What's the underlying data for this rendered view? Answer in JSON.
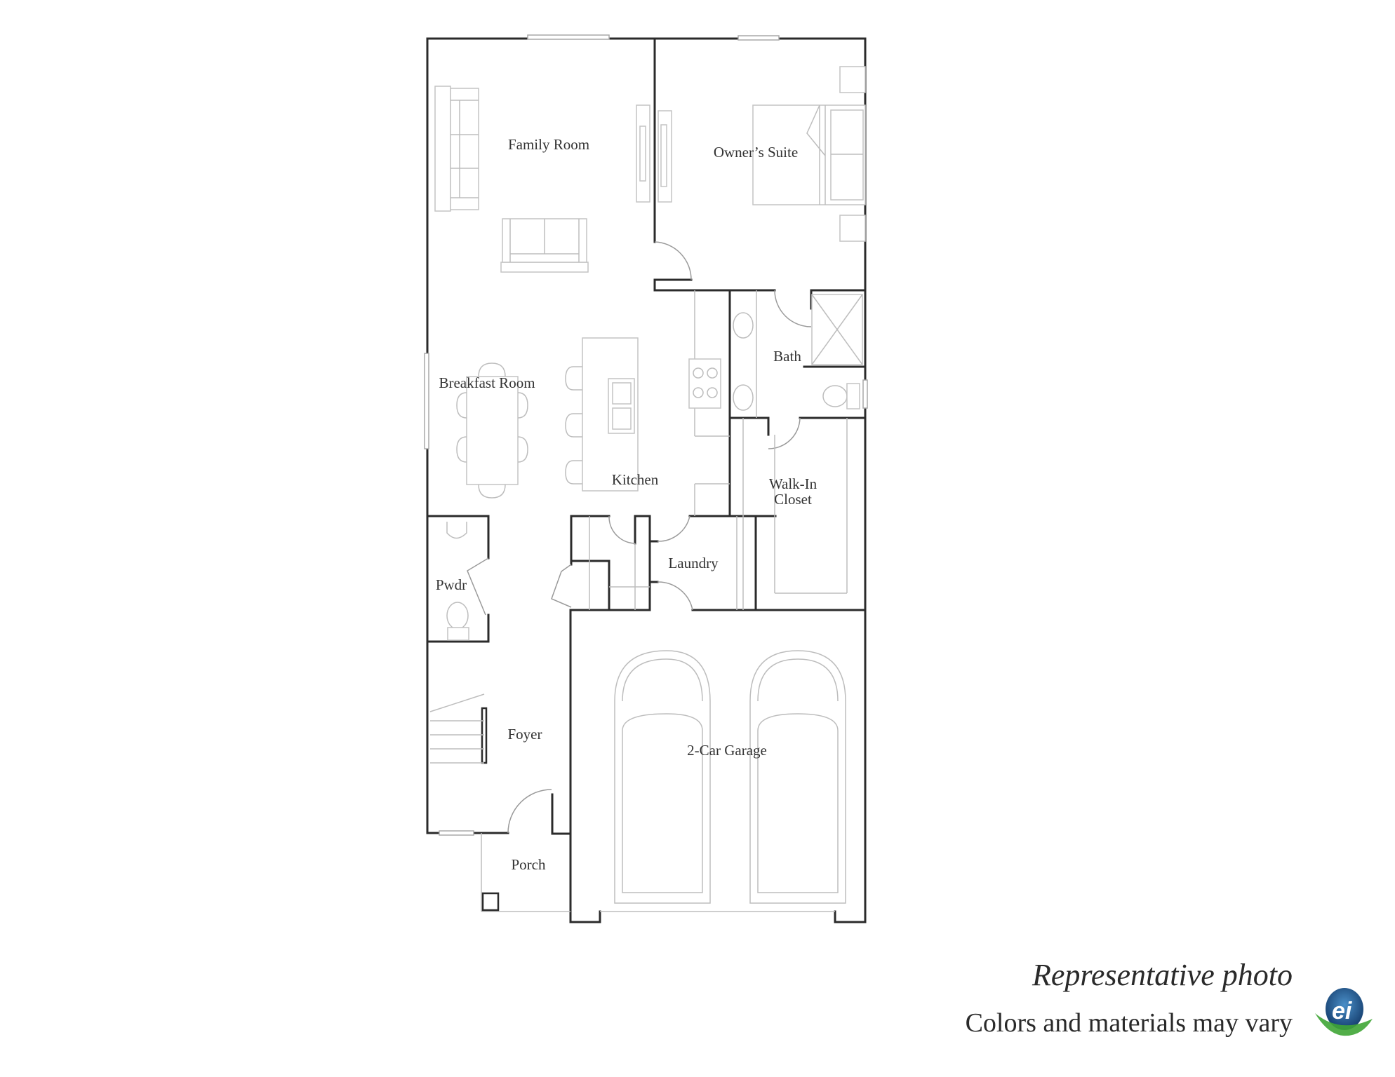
{
  "plan": {
    "rooms": [
      {
        "id": "family-room",
        "label": "Family Room"
      },
      {
        "id": "owners-suite",
        "label": "Owner’s Suite"
      },
      {
        "id": "breakfast-room",
        "label": "Breakfast Room"
      },
      {
        "id": "bath",
        "label": "Bath"
      },
      {
        "id": "kitchen",
        "label": "Kitchen"
      },
      {
        "id": "walk-in-closet",
        "label": "Walk-In\nCloset",
        "line1": "Walk-In",
        "line2": "Closet"
      },
      {
        "id": "laundry",
        "label": "Laundry"
      },
      {
        "id": "powder-room",
        "label": "Pwdr"
      },
      {
        "id": "foyer",
        "label": "Foyer"
      },
      {
        "id": "garage",
        "label": "2-Car Garage"
      },
      {
        "id": "porch",
        "label": "Porch"
      }
    ]
  },
  "footer": {
    "title": "Representative photo",
    "subtitle": "Colors and materials may vary",
    "logo": {
      "text": "ei",
      "colors": {
        "circle": "#1d4f86",
        "swoosh": "#3fa535",
        "text": "#ffffff"
      }
    }
  },
  "colors": {
    "wall": "#2b2b2b",
    "fixture": "#c4c4c4",
    "background": "#ffffff"
  }
}
